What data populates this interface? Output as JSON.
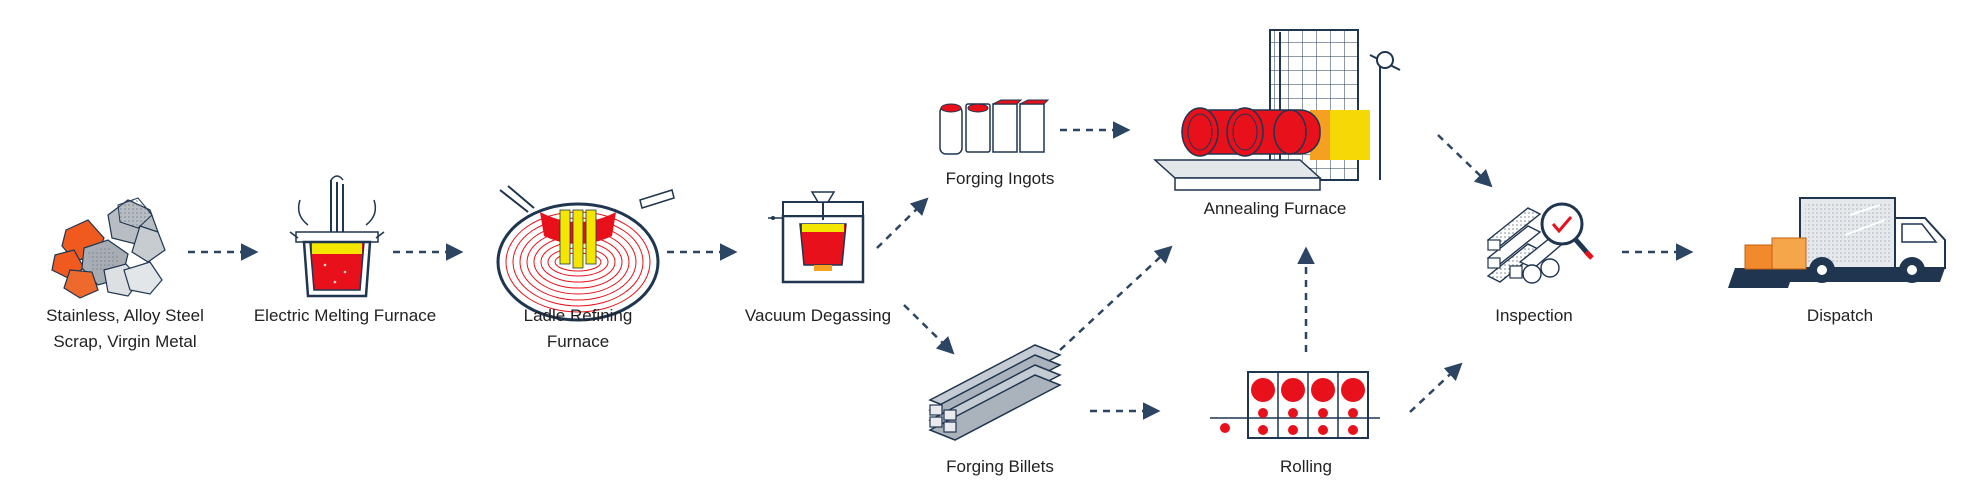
{
  "steps": {
    "scrap": {
      "line1": "Stainless, Alloy Steel",
      "line2": "Scrap, Virgin Metal",
      "icon": "scrap-pile-icon"
    },
    "melting": {
      "label": "Electric Melting Furnace",
      "icon": "electric-furnace-icon"
    },
    "ladle": {
      "line1": "Ladle Refining",
      "line2": "Furnace",
      "icon": "ladle-icon"
    },
    "vacuum": {
      "label": "Vacuum Degassing",
      "icon": "vacuum-chamber-icon"
    },
    "ingots": {
      "label": "Forging Ingots",
      "icon": "ingots-icon"
    },
    "billets": {
      "label": "Forging Billets",
      "icon": "billets-icon"
    },
    "annealing": {
      "label": "Annealing Furnace",
      "icon": "annealing-furnace-icon"
    },
    "rolling": {
      "label": "Rolling",
      "icon": "rolling-mill-icon"
    },
    "inspection": {
      "label": "Inspection",
      "icon": "inspection-icon"
    },
    "dispatch": {
      "label": "Dispatch",
      "icon": "truck-icon"
    }
  },
  "colors": {
    "arrow": "#2c4563",
    "outline": "#1f3550",
    "molten_red": "#e8101a",
    "molten_yellow": "#f5e600",
    "scrap_orange": "#f05a1e",
    "scrap_grey": "#9aa0a6",
    "box_orange": "#f08a2a"
  }
}
